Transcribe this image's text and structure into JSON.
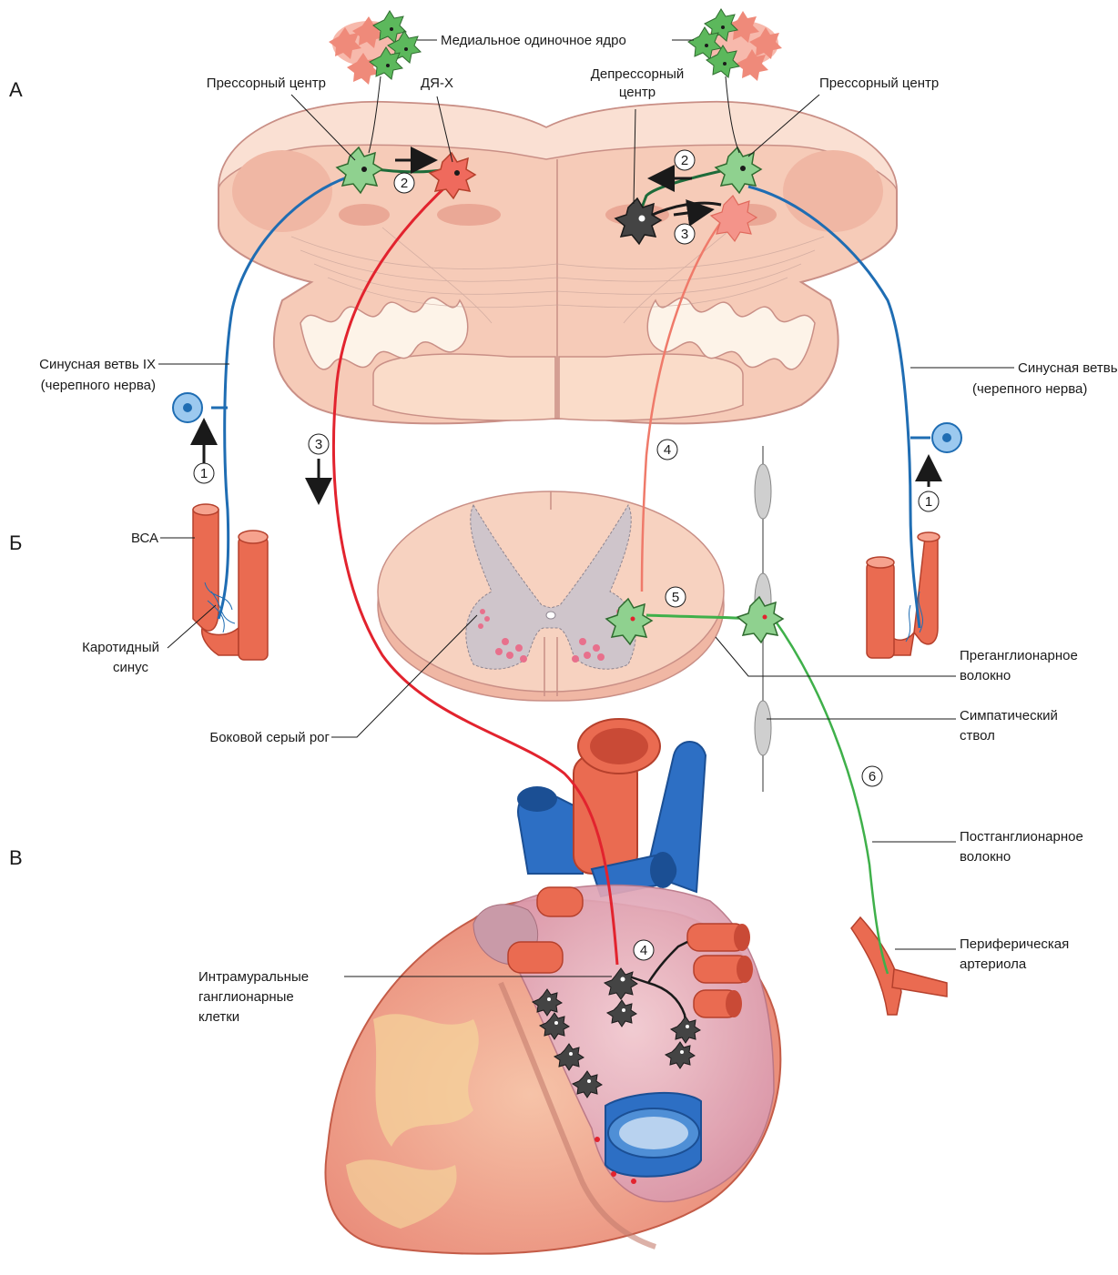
{
  "sections": {
    "a": "А",
    "b": "Б",
    "c": "В"
  },
  "labels": {
    "medial_nucleus": "Медиальное одиночное ядро",
    "pressor_center_left": "Прессорный центр",
    "pressor_center_right": "Прессорный центр",
    "dya_x": "ДЯ-X",
    "depressor_center_1": "Депрессорный",
    "depressor_center_2": "центр",
    "sinus_branch_left_1": "Синусная ветвь IX",
    "sinus_branch_left_2": "(черепного нерва)",
    "sinus_branch_right_1": "Синусная ветвь IX",
    "sinus_branch_right_2": "(черепного нерва)",
    "ica": "ВСА",
    "carotid_sinus_1": "Каротидный",
    "carotid_sinus_2": "синус",
    "lateral_horn": "Боковой серый рог",
    "preganglionic_1": "Преганглионарное",
    "preganglionic_2": "волокно",
    "sympathetic_trunk_1": "Симпатический",
    "sympathetic_trunk_2": "ствол",
    "postganglionic_1": "Постганглионарное",
    "postganglionic_2": "волокно",
    "peripheral_arteriole_1": "Периферическая",
    "peripheral_arteriole_2": "артериола",
    "intramural_1": "Интрамуральные",
    "intramural_2": "ганглионарные",
    "intramural_3": "клетки"
  },
  "steps": {
    "s1_left": "1",
    "s1_right": "1",
    "s2_left": "2",
    "s2_right": "2",
    "s3_right": "3",
    "s3_vagus": "3",
    "s4_spinal": "4",
    "s4_heart": "4",
    "s5": "5",
    "s6": "6"
  },
  "colors": {
    "medulla": "#f6cbb8",
    "spinal_cord": "#f7d2c0",
    "grey_matter": "#c9c0c6",
    "afferent": "#1f6db3",
    "vagal": "#e2232e",
    "spinal_descending": "#ef7a6a",
    "sympathetic": "#3fb04a",
    "interneuron": "#1e6b3a",
    "artery": "#ea6b51",
    "vein": "#2d6fc4",
    "heart": "#f0a38e",
    "atrium": "#e9b4c2"
  }
}
